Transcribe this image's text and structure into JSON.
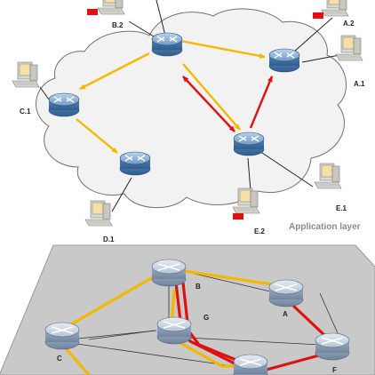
{
  "layer_label": "Application layer",
  "hosts": {
    "b2": "B.2",
    "a2": "A.2",
    "a1": "A.1",
    "c1": "C.1",
    "d1": "D.1",
    "e1": "E.1",
    "e2": "E.2"
  },
  "physical_nodes": {
    "a": "A",
    "b": "B",
    "c": "C",
    "f": "F",
    "g": "G"
  },
  "colors": {
    "overlay_path": "#f5b800",
    "red_path": "#e01010",
    "router_body": "#4a78a6",
    "plane": "#c9c9c9",
    "cloud": "#f2f2f2"
  },
  "icons": {
    "router": "router-icon",
    "computer": "computer-icon"
  }
}
